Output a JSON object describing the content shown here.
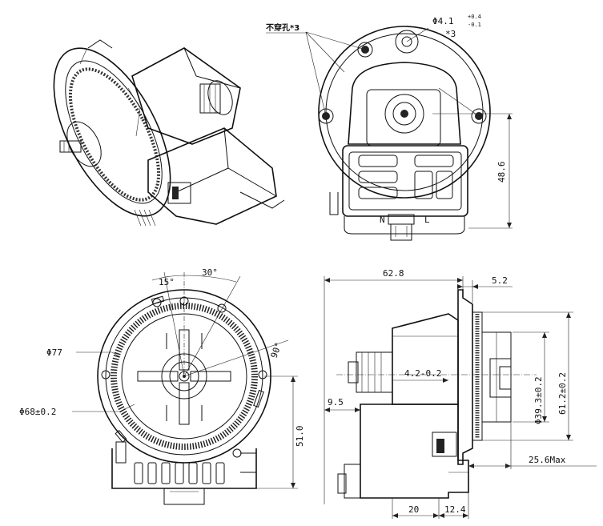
{
  "top_right": {
    "hole_note": "不穿孔*3",
    "hole_diameter": "Φ4.1",
    "hole_tol_upper": "+0.4",
    "hole_tol_lower": "-0.1",
    "hole_count": "*3",
    "height_dim": "48.6",
    "connector_n": "N",
    "connector_l": "L"
  },
  "bottom_left": {
    "angle_15": "15°",
    "angle_30": "30°",
    "angle_90": "90°",
    "dia_77": "Φ77",
    "dia_68": "Φ68±0.2",
    "dim_51": "51.0"
  },
  "bottom_right": {
    "width_62": "62.8",
    "dim_5_2": "5.2",
    "dim_4_2": "4.2-0.2",
    "dim_9_5": "9.5",
    "dia_39": "Φ39.3±0.2",
    "dim_61": "61.2±0.2",
    "dim_25": "25.6Max",
    "dim_20": "20",
    "dim_12": "12.4"
  }
}
